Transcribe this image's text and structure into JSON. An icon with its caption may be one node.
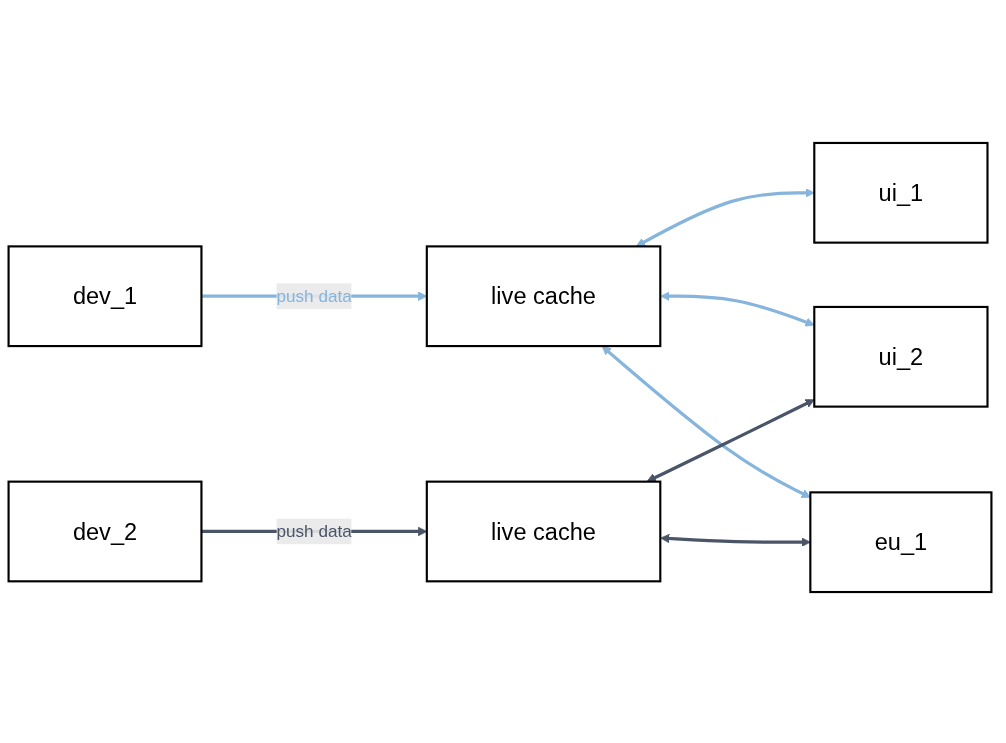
{
  "diagram": {
    "nodes": [
      {
        "text": [
          "dev_1"
        ]
      },
      {
        "text": [
          "live cache"
        ]
      },
      {
        "text": [
          "ui_1"
        ]
      },
      {
        "text": [
          "ui_2"
        ]
      },
      {
        "text": [
          "dev_2"
        ]
      },
      {
        "text": [
          "live cache"
        ]
      },
      {
        "text": [
          "eu_1"
        ]
      }
    ],
    "edges": [
      {
        "from": 0,
        "to": 1,
        "arrow": "to",
        "label": "push data"
      },
      {
        "from": 1,
        "to": 2,
        "arrow": "both"
      },
      {
        "from": 1,
        "to": 3,
        "arrow": "both"
      },
      {
        "from": 1,
        "to": 6,
        "arrow": "both"
      },
      {
        "from": 4,
        "to": 5,
        "arrow": "to",
        "label": "push data",
        "color": "#4a5568"
      },
      {
        "from": 5,
        "to": 3,
        "arrow": "both",
        "color": "#4a5568"
      },
      {
        "from": 5,
        "to": 6,
        "arrow": "both",
        "color": "#4a5568"
      }
    ]
  }
}
